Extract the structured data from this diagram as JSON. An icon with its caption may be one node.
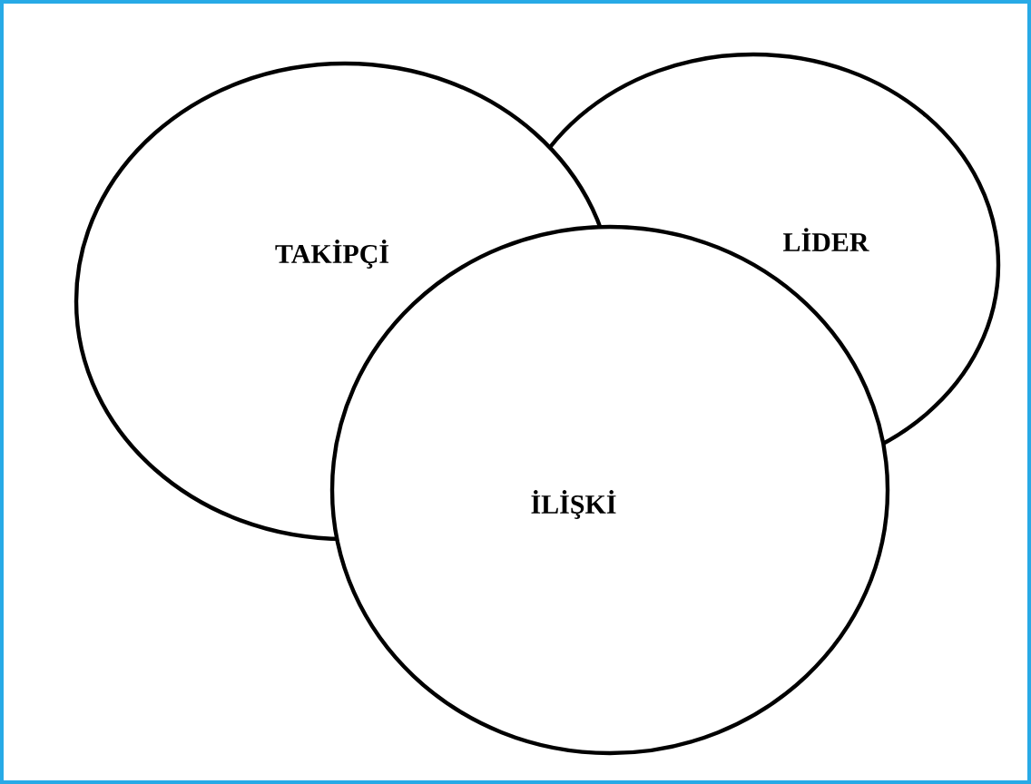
{
  "diagram": {
    "nodes": [
      {
        "text": [
          "TAKİPÇİ"
        ]
      },
      {
        "text": [
          "LİDER"
        ]
      },
      {
        "text": [
          "İLİŞKİ"
        ]
      }
    ]
  }
}
